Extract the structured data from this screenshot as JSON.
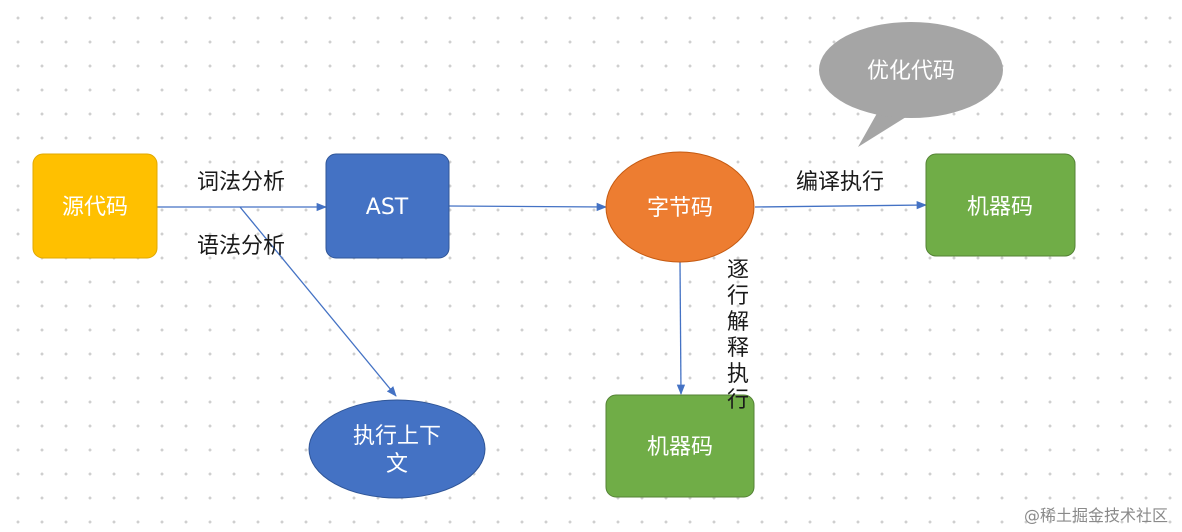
{
  "nodes": {
    "source_code": {
      "label": "源代码",
      "color": "#FFC000"
    },
    "ast": {
      "label": "AST",
      "color": "#4472C4"
    },
    "bytecode": {
      "label": "字节码",
      "color": "#ED7D31"
    },
    "machine_code_right": {
      "label": "机器码",
      "color": "#70AD47"
    },
    "machine_code_bottom": {
      "label": "机器码",
      "color": "#70AD47"
    },
    "exec_context": {
      "line1": "执行上下",
      "line2": "文",
      "color": "#4472C4"
    },
    "optimize_bubble": {
      "label": "优化代码",
      "color": "#A5A5A5"
    }
  },
  "edges": {
    "lexical": "词法分析",
    "syntax": "语法分析",
    "compile_exec": "编译执行",
    "interpret_exec": [
      "逐",
      "行",
      "解",
      "释",
      "执",
      "行"
    ]
  },
  "edge_color": "#4472C4",
  "footer": "@稀土掘金技术社区"
}
